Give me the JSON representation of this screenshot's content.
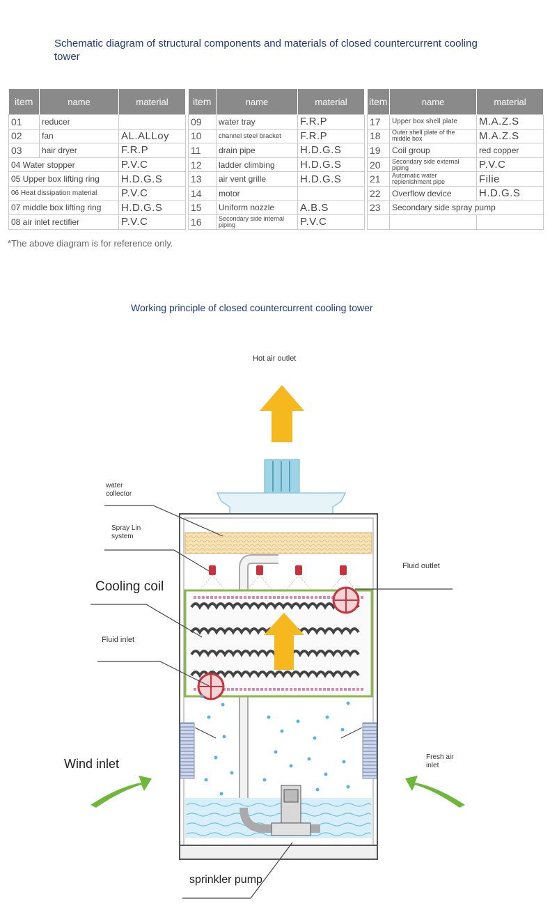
{
  "title1": "Schematic diagram of structural components and materials of closed countercurrent cooling tower",
  "headers": {
    "item": "item",
    "name": "name",
    "material": "material"
  },
  "table1": [
    {
      "num": "01",
      "name": "reducer",
      "material": ""
    },
    {
      "num": "02",
      "name": "fan",
      "material": "AL.ALLoy"
    },
    {
      "num": "03",
      "name": "hair dryer",
      "material": "F.R.P"
    },
    {
      "num": "",
      "name": "04 Water stopper",
      "material": "P.V.C"
    },
    {
      "num": "",
      "name": "05 Upper box lifting ring",
      "material": "H.D.G.S"
    },
    {
      "num": "",
      "name": "06 Heat dissipation material",
      "material": "P.V.C"
    },
    {
      "num": "",
      "name": "07 middle box lifting ring",
      "material": "H.D.G.S"
    },
    {
      "num": "",
      "name": "08 air inlet rectifier",
      "material": "P.V.C"
    }
  ],
  "table2": [
    {
      "num": "09",
      "name": "water tray",
      "material": "F.R.P"
    },
    {
      "num": "10",
      "name": "channel steel bracket",
      "material": "F.R.P"
    },
    {
      "num": "11",
      "name": "drain pipe",
      "material": "H.D.G.S"
    },
    {
      "num": "12",
      "name": "ladder climbing",
      "material": "H.D.G.S"
    },
    {
      "num": "13",
      "name": "air vent grille",
      "material": "H.D.G.S"
    },
    {
      "num": "14",
      "name": "motor",
      "material": ""
    },
    {
      "num": "15",
      "name": "Uniform nozzle",
      "material": "A.B.S"
    },
    {
      "num": "16",
      "name": "Secondary side internal piping",
      "material": "P.V.C"
    }
  ],
  "table3": [
    {
      "num": "17",
      "name": "Upper box shell plate",
      "material": "M.A.Z.S"
    },
    {
      "num": "18",
      "name": "Outer shell plate of the middle box",
      "material": "M.A.Z.S"
    },
    {
      "num": "19",
      "name": "Coil group",
      "material": "red copper"
    },
    {
      "num": "20",
      "name": "Secondary side external piping",
      "material": "P.V.C"
    },
    {
      "num": "21",
      "name": "Automatic water replenishment pipe",
      "material": "Filie"
    },
    {
      "num": "22",
      "name": "Overflow device",
      "material": "H.D.G.S"
    },
    {
      "num": "23",
      "name": "Secondary side spray pump",
      "material": ""
    },
    {
      "num": "",
      "name": "",
      "material": ""
    }
  ],
  "note": "*The above diagram is for reference only.",
  "title2": "Working principle of closed countercurrent cooling tower",
  "diagram": {
    "hot_air_outlet": "Hot air outlet",
    "water_collector_1": "water",
    "water_collector_2": "collector",
    "spray_1": "Spray Lin",
    "spray_2": "system",
    "cooling_coil": "Cooling coil",
    "fluid_inlet": "Fluid inlet",
    "fluid_outlet": "Fluid outlet",
    "wind_inlet": "Wind inlet",
    "fresh_air_1": "Fresh air",
    "fresh_air_2": "inlet",
    "sprinkler_pump": "sprinkler pump"
  },
  "colors": {
    "title": "#1f3a78",
    "header": "#8a8a8a",
    "arrow_air": "#f5b81e",
    "arrow_wind": "#6db83a",
    "water": "#4aa6d8",
    "coil_red": "#c8323c"
  }
}
